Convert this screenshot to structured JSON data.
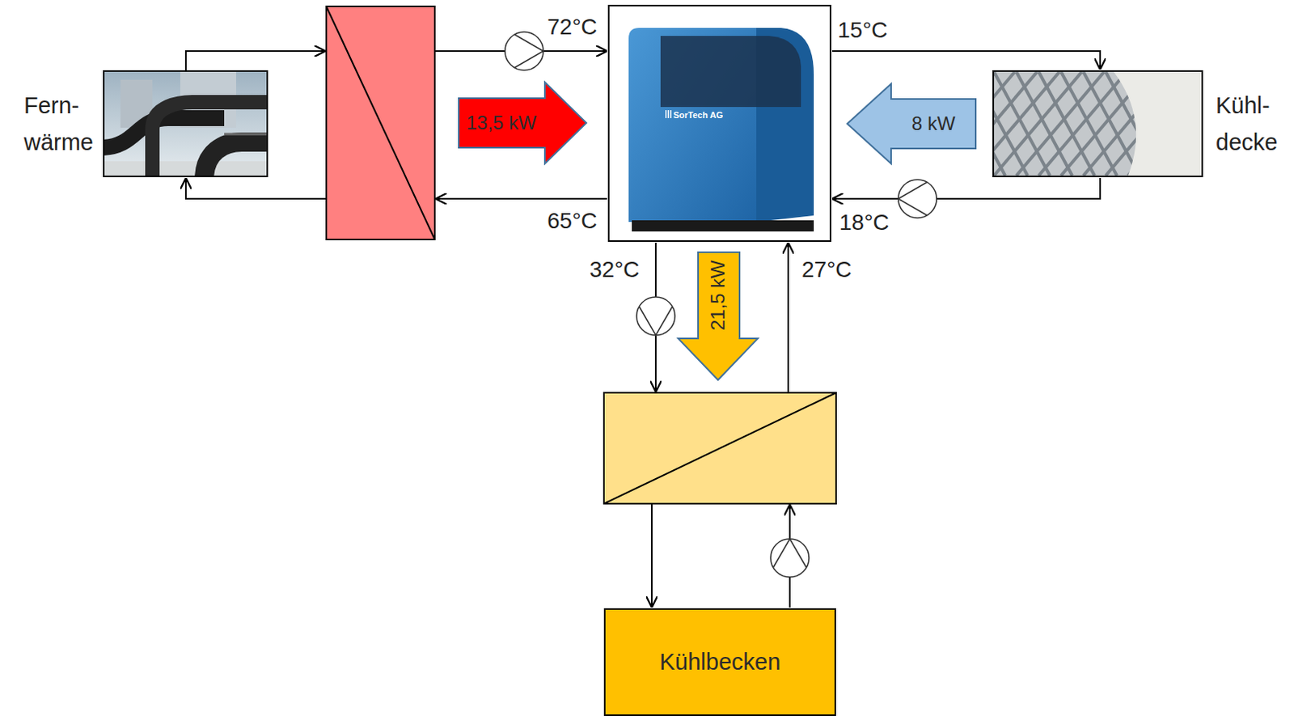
{
  "diagram": {
    "nodes": [
      {
        "text": [
          "Fern- wärme"
        ]
      },
      {
        "text": [
          "13,5 kW"
        ]
      },
      {
        "text": [
          "SorTech AG"
        ]
      },
      {
        "text": [
          "8 kW"
        ]
      },
      {
        "text": [
          "Kühl- decke"
        ]
      },
      {
        "text": [
          "21,5 kW"
        ]
      },
      {
        "text": [
          "Kühlbecken"
        ]
      }
    ],
    "edges": [
      {
        "from": 2,
        "to": 4,
        "arrow": "to"
      },
      {
        "from": 4,
        "to": 2,
        "arrow": "to"
      }
    ],
    "labels": [
      "72°C",
      "15°C",
      "65°C",
      "18°C",
      "32°C",
      "27°C"
    ]
  }
}
